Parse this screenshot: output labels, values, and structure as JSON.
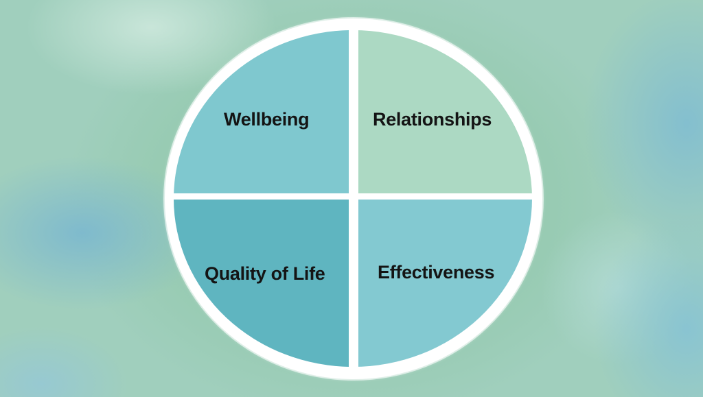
{
  "diagram": {
    "type": "quadrant-circle",
    "quadrants": [
      {
        "position": "top-left",
        "label": "Wellbeing",
        "color": "#7fc8cf"
      },
      {
        "position": "top-right",
        "label": "Relationships",
        "color": "#acd9c3"
      },
      {
        "position": "bottom-left",
        "label": "Quality of Life",
        "color": "#5fb5c0"
      },
      {
        "position": "bottom-right",
        "label": "Effectiveness",
        "color": "#83c9d1"
      }
    ],
    "colors": {
      "ring": "#ffffff",
      "text": "#141414",
      "background_green": "#8ec6a6",
      "background_blue": "#7db9ce"
    }
  }
}
